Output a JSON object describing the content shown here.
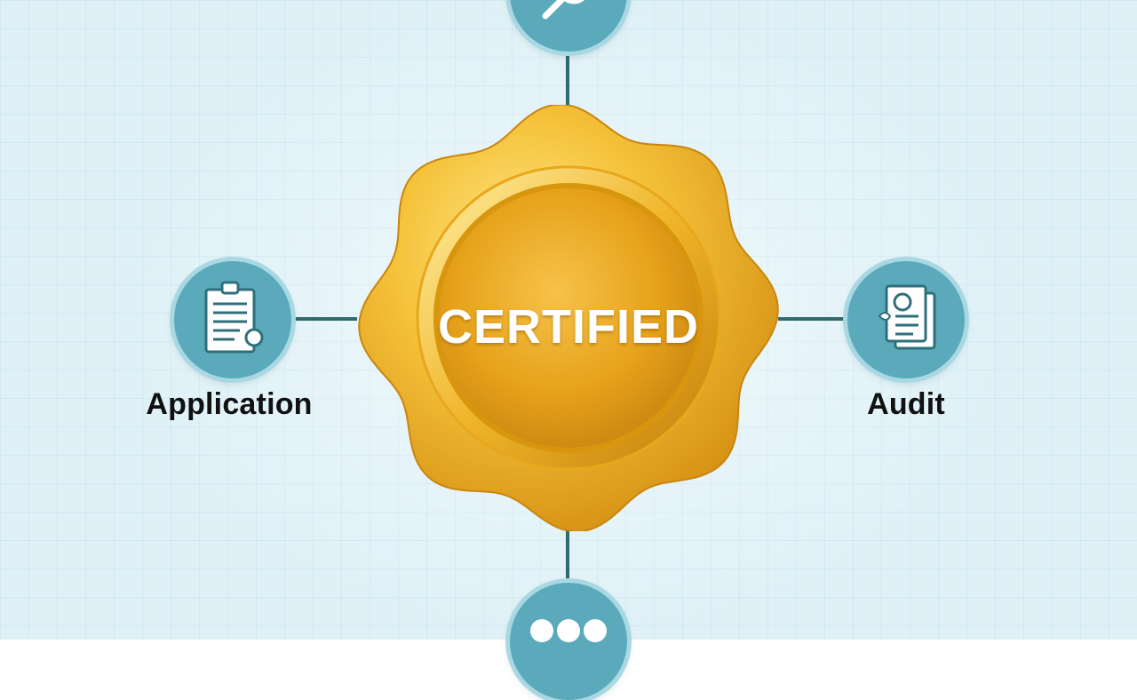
{
  "seal": {
    "text": "CERTIFIED"
  },
  "nodes": {
    "top": {
      "icon": "magnifier-icon"
    },
    "left": {
      "icon": "clipboard-icon",
      "label": "Application"
    },
    "right": {
      "icon": "document-review-icon",
      "label": "Audit"
    },
    "bottom": {
      "icon": "three-dots-icon"
    }
  },
  "colors": {
    "background": "#dff1f7",
    "node_fill": "#5aaabb",
    "node_ring": "#a9d8e3",
    "connector": "#2e6b6d",
    "seal_gold": "#e6a21a",
    "seal_light": "#ffe27a",
    "label_text": "#111111"
  }
}
